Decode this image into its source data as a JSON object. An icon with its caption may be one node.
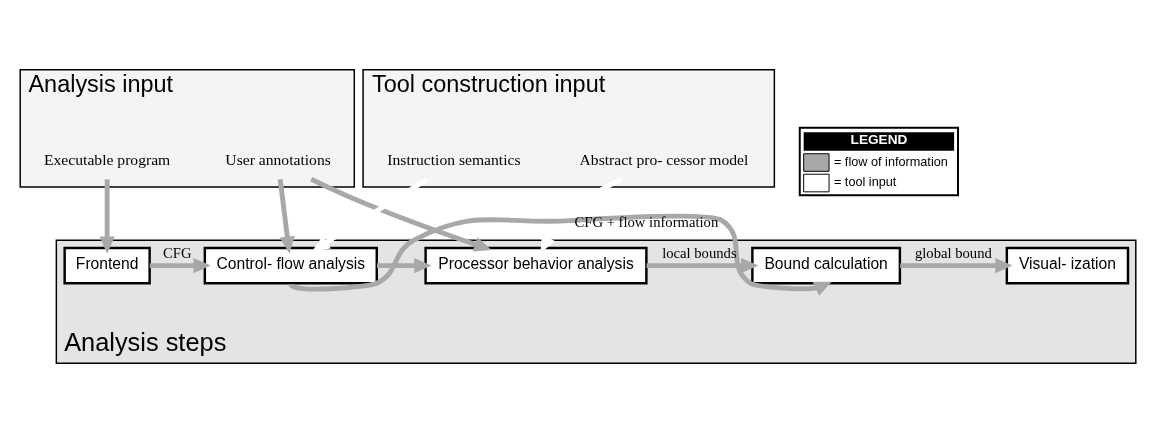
{
  "diagram": {
    "nodes": [
      {
        "text": [
          "Analysis input"
        ]
      },
      {
        "text": [
          "Executable program"
        ],
        "in": 0
      },
      {
        "text": [
          "User annotations"
        ],
        "in": 0
      },
      {
        "text": [
          "Tool construction input"
        ]
      },
      {
        "text": [
          "Instruction semantics"
        ],
        "in": 3
      },
      {
        "text": [
          "Abstract pro- cessor model"
        ],
        "in": 3
      },
      {
        "text": [
          "Analysis steps"
        ]
      },
      {
        "text": [
          "Frontend"
        ],
        "in": 6
      },
      {
        "text": [
          "Control- flow analysis"
        ],
        "in": 6
      },
      {
        "text": [
          "Processor behavior analysis"
        ],
        "in": 6
      },
      {
        "text": [
          "Bound calculation"
        ],
        "in": 6
      },
      {
        "text": [
          "Visual- ization"
        ],
        "in": 6
      }
    ],
    "edges": [
      {
        "from": 1,
        "to": 7,
        "arrow": "to"
      },
      {
        "from": 2,
        "to": 8,
        "arrow": "to"
      },
      {
        "from": 2,
        "to": 9,
        "arrow": "to"
      },
      {
        "from": 4,
        "to": 8,
        "arrow": "to",
        "color": "#ffffff"
      },
      {
        "from": 5,
        "to": 9,
        "arrow": "to",
        "color": "#ffffff"
      },
      {
        "from": 7,
        "to": 8,
        "arrow": "to",
        "label": "CFG"
      },
      {
        "from": 8,
        "to": 9,
        "arrow": "to"
      },
      {
        "from": 9,
        "to": 10,
        "arrow": "to",
        "label": "local bounds"
      },
      {
        "from": 8,
        "to": 10,
        "arrow": "to",
        "label": "CFG + flow information"
      },
      {
        "from": 10,
        "to": 11,
        "arrow": "to",
        "label": "global bound"
      }
    ],
    "labels": [
      "LEGEND"
    ],
    "legend": [
      {
        "text": "= flow of information"
      },
      {
        "text": "= tool input"
      }
    ]
  }
}
